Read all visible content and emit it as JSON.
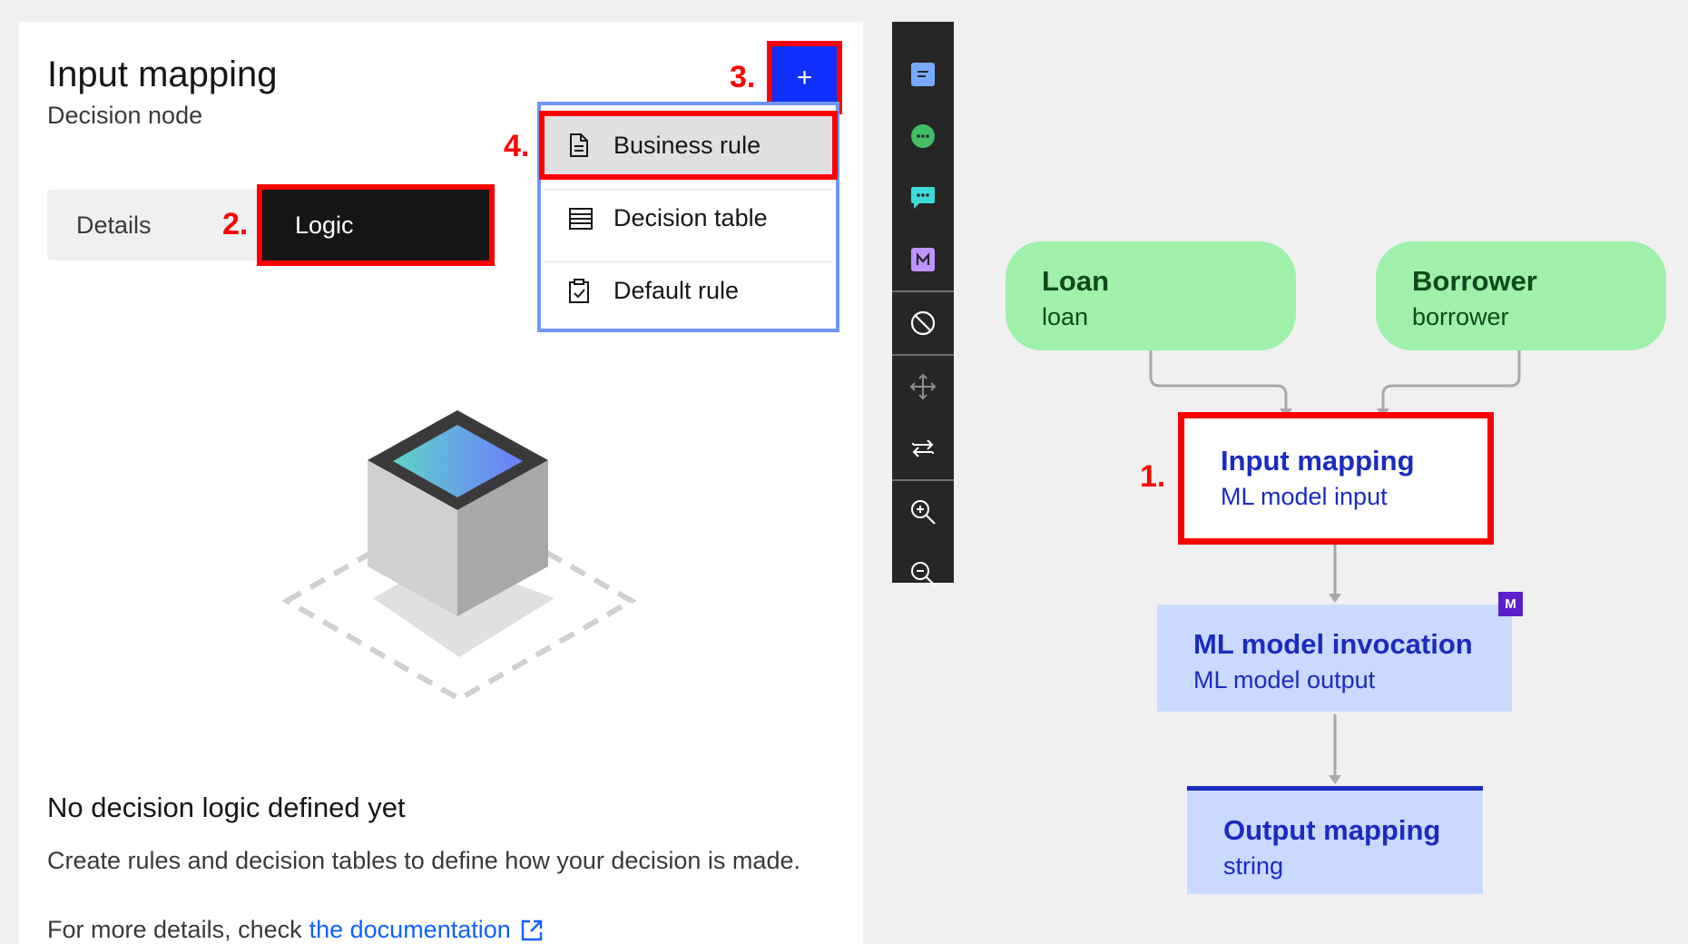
{
  "panel": {
    "title": "Input mapping",
    "subtitle": "Decision node",
    "tabs": [
      {
        "label": "Details",
        "selected": false
      },
      {
        "label": "Logic",
        "selected": true
      }
    ],
    "add_button_label": "+",
    "menu": {
      "items": [
        {
          "label": "Business rule",
          "icon": "document-icon",
          "highlighted": true
        },
        {
          "label": "Decision table",
          "icon": "table-icon",
          "highlighted": false
        },
        {
          "label": "Default rule",
          "icon": "clipboard-check-icon",
          "highlighted": false
        }
      ]
    },
    "empty_state": {
      "title": "No decision logic defined yet",
      "body": "Create rules and decision tables to define how your decision is made.",
      "more_prefix": "For more details, check",
      "link_text": "the documentation",
      "link_icon": "launch-icon"
    }
  },
  "annotations": {
    "step1": "1.",
    "step2": "2.",
    "step3": "3.",
    "step4": "4."
  },
  "toolbar": {
    "buttons": [
      {
        "name": "notes-icon",
        "color": "#78a9ff"
      },
      {
        "name": "chat-dots-icon",
        "color": "#42be65"
      },
      {
        "name": "comment-icon",
        "color": "#3ddbd9"
      },
      {
        "name": "ml-model-icon",
        "color": "#be95ff"
      },
      {
        "name": "prohibit-icon",
        "color": "#ffffff"
      },
      {
        "name": "move-icon",
        "color": "#8d8d8d"
      },
      {
        "name": "swap-icon",
        "color": "#ffffff"
      },
      {
        "name": "zoom-in-icon",
        "color": "#ffffff"
      },
      {
        "name": "zoom-out-icon",
        "color": "#ffffff"
      }
    ]
  },
  "diagram": {
    "nodes": {
      "loan": {
        "title": "Loan",
        "subtitle": "loan"
      },
      "borrower": {
        "title": "Borrower",
        "subtitle": "borrower"
      },
      "input_mapping": {
        "title": "Input mapping",
        "subtitle": "ML model input"
      },
      "ml_invocation": {
        "title": "ML model invocation",
        "subtitle": "ML model output",
        "badge": "M"
      },
      "output_mapping": {
        "title": "Output mapping",
        "subtitle": "string"
      }
    },
    "colors": {
      "input_node_fill": "#9ef0aa",
      "decision_text": "#1a2bbf",
      "model_node_fill": "#c9d9ff",
      "annotation_red": "#ff0000",
      "primary_blue": "#0f2fff",
      "edge": "#a8a8a8"
    }
  }
}
